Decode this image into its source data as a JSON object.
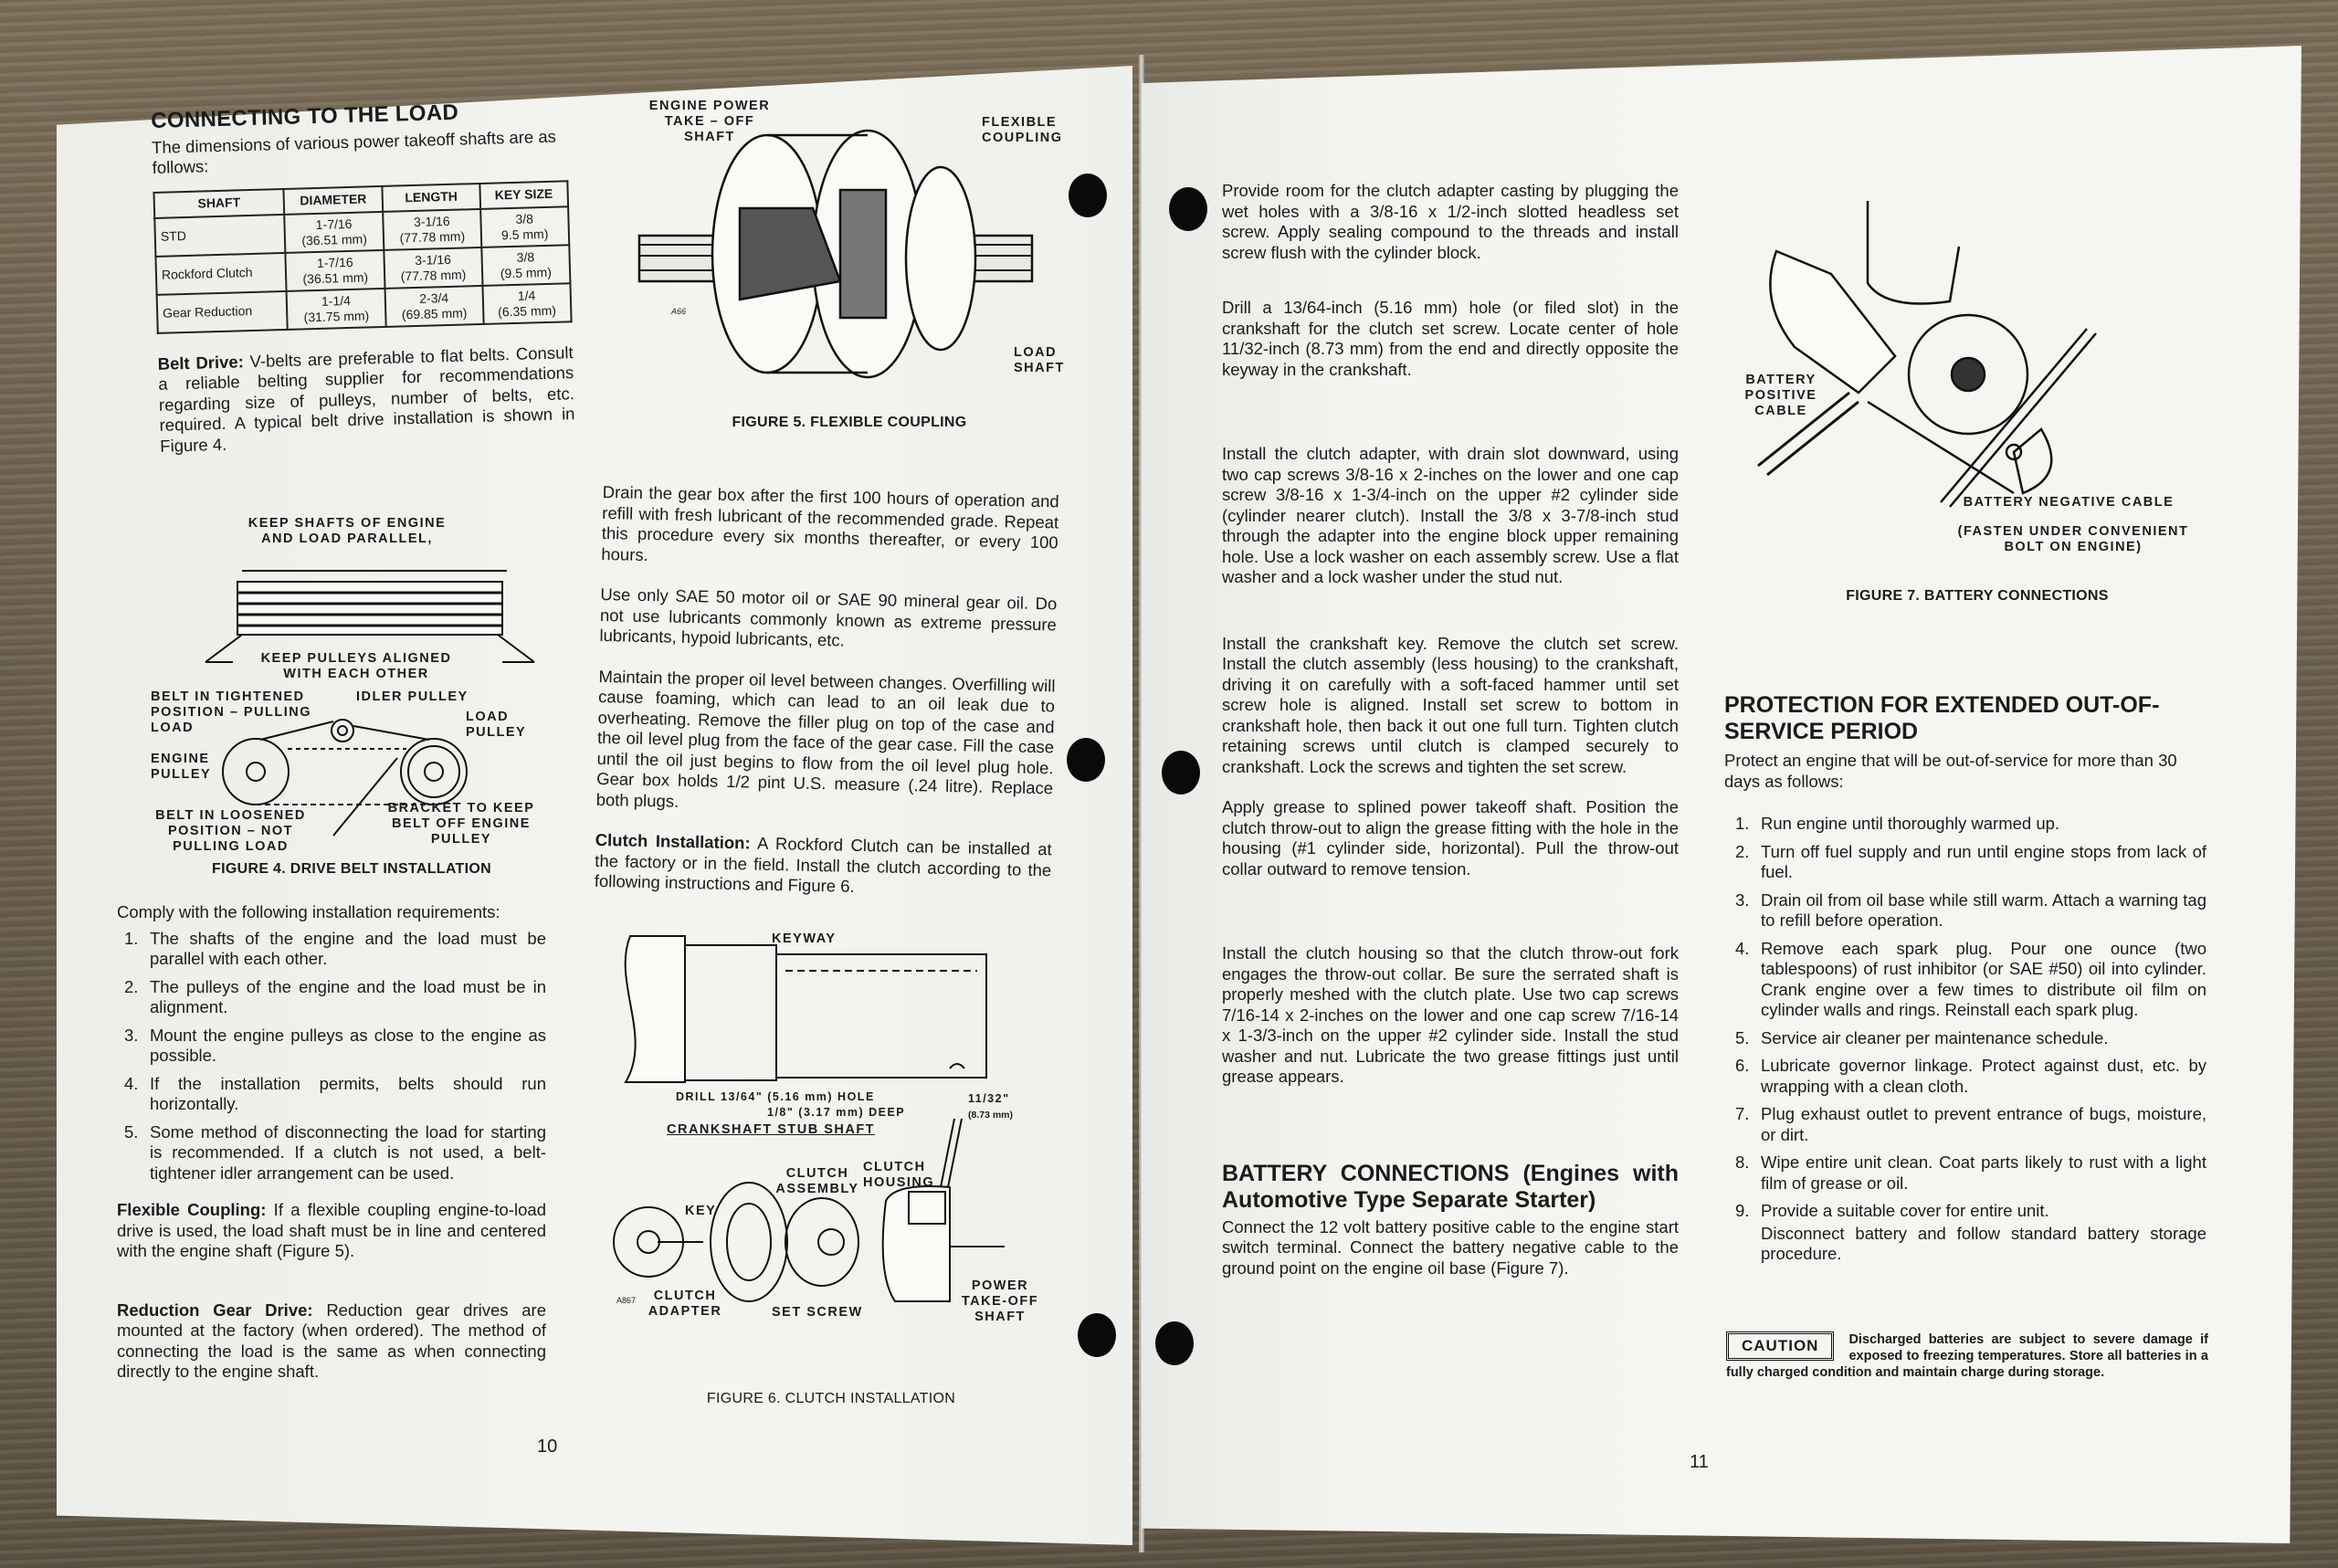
{
  "left_page": {
    "page_number": "10",
    "section_title": "CONNECTING TO THE LOAD",
    "intro": "The dimensions of various power takeoff shafts are as follows:",
    "shaft_table": {
      "headers": [
        "SHAFT",
        "DIAMETER",
        "LENGTH",
        "KEY SIZE"
      ],
      "rows": [
        {
          "shaft": "STD",
          "diameter": "1-7/16",
          "diameter_mm": "(36.51 mm)",
          "length": "3-1/16",
          "length_mm": "(77.78 mm)",
          "key": "3/8",
          "key_mm": "9.5 mm)"
        },
        {
          "shaft": "Rockford Clutch",
          "diameter": "1-7/16",
          "diameter_mm": "(36.51 mm)",
          "length": "3-1/16",
          "length_mm": "(77.78 mm)",
          "key": "3/8",
          "key_mm": "(9.5 mm)"
        },
        {
          "shaft": "Gear Reduction",
          "diameter": "1-1/4",
          "diameter_mm": "(31.75 mm)",
          "length": "2-3/4",
          "length_mm": "(69.85 mm)",
          "key": "1/4",
          "key_mm": "(6.35 mm)"
        }
      ]
    },
    "belt_drive": {
      "label": "Belt Drive:",
      "text": " V-belts are preferable to flat belts. Consult a reliable belting supplier for recommendations regarding size of pulleys, number of belts, etc. required. A typical belt drive installation is shown in Figure 4."
    },
    "figure4": {
      "caption": "FIGURE 4. DRIVE BELT INSTALLATION",
      "labels": {
        "parallel": "KEEP SHAFTS OF ENGINE AND LOAD PARALLEL,",
        "aligned": "KEEP PULLEYS ALIGNED WITH EACH OTHER",
        "tightened": "BELT IN TIGHTENED POSITION – PULLING LOAD",
        "idler": "IDLER PULLEY",
        "load_pulley": "LOAD PULLEY",
        "engine_pulley": "ENGINE PULLEY",
        "loosened": "BELT IN LOOSENED POSITION – NOT PULLING LOAD",
        "bracket": "BRACKET TO KEEP BELT OFF ENGINE PULLEY"
      }
    },
    "requirements_intro": "Comply with the following installation requirements:",
    "requirements": [
      "The shafts of the engine and the load must be parallel with each other.",
      "The pulleys of the engine and the load must be in alignment.",
      "Mount the engine pulleys as close to the engine as possible.",
      "If the installation permits, belts should run horizontally.",
      "Some method of disconnecting the load for starting is recommended. If a clutch is not used, a belt-tightener idler arrangement can be used."
    ],
    "flexible_coupling": {
      "label": "Flexible Coupling:",
      "text": " If a flexible coupling engine-to-load drive is used, the load shaft must be in line and centered with the engine shaft (Figure 5)."
    },
    "reduction_gear": {
      "label": "Reduction Gear Drive:",
      "text": " Reduction gear drives are mounted at the factory (when ordered). The method of connecting the load is the same as when connecting directly to the engine shaft."
    },
    "figure5": {
      "caption": "FIGURE 5. FLEXIBLE COUPLING",
      "labels": {
        "engine_shaft": "ENGINE POWER TAKE – OFF SHAFT",
        "coupling": "FLEXIBLE COUPLING",
        "load_shaft": "LOAD SHAFT",
        "code": "A66"
      }
    },
    "gearbox_paragraphs": [
      "Drain the gear box after the first 100 hours of operation and refill with fresh lubricant of the recommended grade. Repeat this procedure every six months thereafter, or every 100 hours.",
      "Use only SAE 50 motor oil or SAE 90 mineral gear oil. Do not use lubricants commonly known as extreme pressure lubricants, hypoid lubricants, etc.",
      "Maintain the proper oil level between changes. Overfilling will cause foaming, which can lead to an oil leak due to overheating. Remove the filler plug on top of the case and the oil level plug from the face of the gear case. Fill the case until the oil just begins to flow from the oil level plug hole. Gear box holds 1/2 pint U.S. measure (.24 litre). Replace both plugs."
    ],
    "clutch_installation": {
      "label": "Clutch Installation:",
      "text": " A Rockford Clutch can be installed at the factory or in the field. Install the clutch according to the following instructions and Figure 6."
    },
    "figure6": {
      "caption": "FIGURE 6. CLUTCH INSTALLATION",
      "labels": {
        "keyway": "KEYWAY",
        "drill": "DRILL 13/64\" (5.16 mm) HOLE",
        "deep": "1/8\" (3.17 mm) DEEP",
        "offset": "11/32\"",
        "offset_mm": "(8.73 mm)",
        "stub_title": "CRANKSHAFT STUB SHAFT",
        "key": "KEY",
        "clutch_assembly": "CLUTCH ASSEMBLY",
        "clutch_housing": "CLUTCH HOUSING",
        "clutch_adapter": "CLUTCH ADAPTER",
        "set_screw": "SET SCREW",
        "pto_shaft": "POWER TAKE-OFF SHAFT",
        "code": "A867"
      }
    }
  },
  "right_page": {
    "page_number": "11",
    "clutch_steps": [
      "Provide room for the clutch adapter casting by plugging the wet holes with a 3/8-16 x 1/2-inch slotted headless set screw. Apply sealing compound to the threads and install screw flush with the cylinder block.",
      "Drill a 13/64-inch (5.16 mm) hole (or filed slot) in the crankshaft for the clutch set screw. Locate center of hole 11/32-inch (8.73 mm) from the end and directly opposite the keyway in the crankshaft.",
      "Install the clutch adapter, with drain slot downward, using two cap screws 3/8-16 x 2-inches on the lower and one cap screw 3/8-16 x 1-3/4-inch on the upper #2 cylinder side (cylinder nearer clutch). Install the 3/8 x 3-7/8-inch stud through the adapter into the engine block upper remaining hole. Use a lock washer on each assembly screw. Use a flat washer and a lock washer under the stud nut.",
      "Install the crankshaft key. Remove the clutch set screw. Install the clutch assembly (less housing) to the crankshaft, driving it on carefully with a soft-faced hammer until set screw hole is aligned. Install set screw to bottom in crankshaft hole, then back it out one full turn. Tighten clutch retaining screws until clutch is clamped securely to crankshaft. Lock the screws and tighten the set screw.",
      "Apply grease to splined power takeoff shaft. Position the clutch throw-out to align the grease fitting with the hole in the housing (#1 cylinder side, horizontal). Pull the throw-out collar outward to remove tension.",
      "Install the clutch housing so that the clutch throw-out fork engages the throw-out collar. Be sure the serrated shaft is properly meshed with the clutch plate. Use two cap screws 7/16-14 x 2-inches on the lower and one cap screw 7/16-14 x 1-3/3-inch on the upper #2 cylinder side. Install the stud washer and nut. Lubricate the two grease fittings just until grease appears."
    ],
    "battery": {
      "title_bold": "BATTERY CONNECTIONS",
      "title_rest": " (Engines with Automotive Type Separate Starter)",
      "text": "Connect the 12 volt battery positive cable to the engine start switch terminal. Connect the battery negative cable to the ground point on the engine oil base (Figure 7)."
    },
    "figure7": {
      "caption": "FIGURE 7. BATTERY CONNECTIONS",
      "labels": {
        "positive": "BATTERY POSITIVE CABLE",
        "negative": "BATTERY NEGATIVE CABLE",
        "fasten": "(FASTEN UNDER CONVENIENT BOLT ON ENGINE)"
      }
    },
    "protection": {
      "title": "PROTECTION FOR EXTENDED OUT-OF-SERVICE PERIOD",
      "intro": "Protect an engine that will be out-of-service for more than 30 days as follows:",
      "steps": [
        "Run engine until thoroughly warmed up.",
        "Turn off fuel supply and run until engine stops from lack of fuel.",
        "Drain oil from oil base while still warm. Attach a warning tag to refill before operation.",
        "Remove each spark plug. Pour one ounce (two tablespoons) of rust inhibitor (or SAE #50) oil into cylinder. Crank engine over a few times to distribute oil film on cylinder walls and rings. Reinstall each spark plug.",
        "Service air cleaner per maintenance schedule.",
        "Lubricate governor linkage. Protect against dust, etc. by wrapping with a clean cloth.",
        "Plug exhaust outlet to prevent entrance of bugs, moisture, or dirt.",
        "Wipe entire unit clean. Coat parts likely to rust with a light film of grease or oil.",
        "Provide a suitable cover for entire unit."
      ],
      "closing": "Disconnect battery and follow standard battery storage procedure."
    },
    "caution": {
      "badge": "CAUTION",
      "text": "Discharged batteries are subject to severe damage if exposed to freezing temperatures. Store all batteries in a fully charged condition and maintain charge during storage."
    }
  }
}
